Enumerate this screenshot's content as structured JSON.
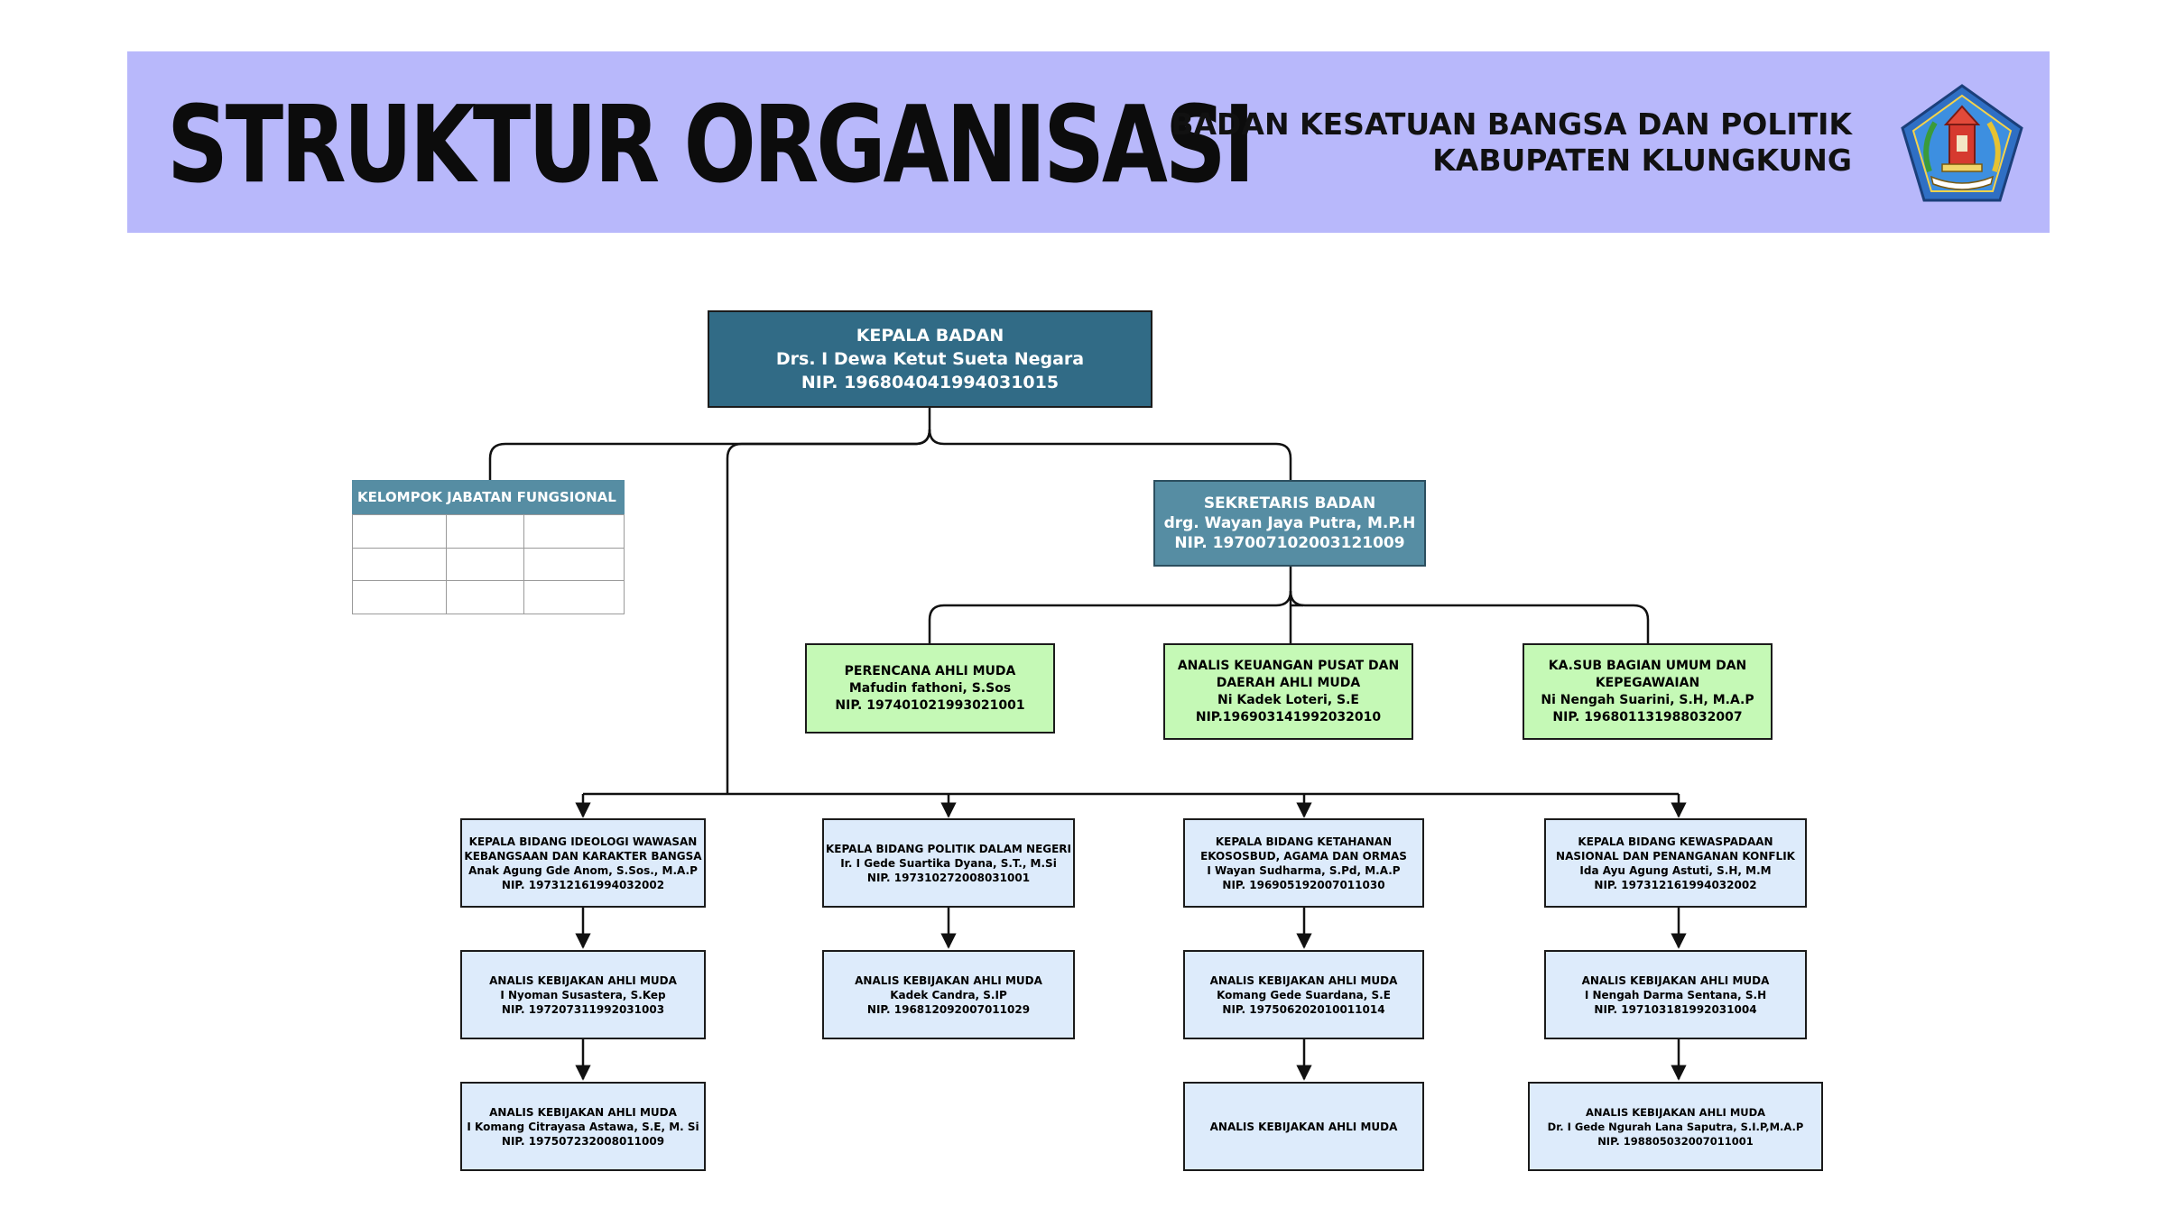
{
  "header": {
    "title": "STRUKTUR ORGANISASI",
    "org_line1": "BADAN KESATUAN BANGSA DAN POLITIK",
    "org_line2": "KABUPATEN KLUNGKUNG",
    "logo_icon": "klungkung-regency-emblem-icon",
    "banner_color": "#b8b8fb"
  },
  "colors": {
    "head": "#316b86",
    "secretary": "#568da3",
    "staff_green": "#c5f9b6",
    "division_blue": "#ddebfb"
  },
  "kepala": {
    "title": "KEPALA BADAN",
    "name": "Drs. I Dewa Ketut Sueta Negara",
    "nip": "NIP. 196804041994031015"
  },
  "kelompok": {
    "title": "KELOMPOK JABATAN FUNGSIONAL",
    "rows": 3,
    "cols": 3
  },
  "sekretaris": {
    "title": "SEKRETARIS BADAN",
    "name": "drg. Wayan Jaya Putra, M.P.H",
    "nip": "NIP. 197007102003121009"
  },
  "staff": [
    {
      "line1": "PERENCANA AHLI MUDA",
      "line2": "Mafudin fathoni, S.Sos",
      "line3": "NIP. 197401021993021001"
    },
    {
      "line1": "ANALIS KEUANGAN PUSAT DAN",
      "line2": "DAERAH AHLI MUDA",
      "line3": "Ni Kadek Loteri, S.E",
      "line4": "NIP.196903141992032010"
    },
    {
      "line1": "KA.SUB BAGIAN UMUM DAN",
      "line2": "KEPEGAWAIAN",
      "line3": "Ni Nengah Suarini, S.H, M.A.P",
      "line4": "NIP. 196801131988032007"
    }
  ],
  "divisions": [
    {
      "head": {
        "line1": "KEPALA BIDANG IDEOLOGI WAWASAN",
        "line2": "KEBANGSAAN DAN KARAKTER BANGSA",
        "line3": "Anak Agung Gde Anom, S.Sos., M.A.P",
        "line4": "NIP. 197312161994032002"
      },
      "staff": [
        {
          "line1": "ANALIS KEBIJAKAN AHLI MUDA",
          "line2": "I Nyoman Susastera, S.Kep",
          "line3": "NIP. 197207311992031003"
        },
        {
          "line1": "ANALIS KEBIJAKAN AHLI MUDA",
          "line2": "I Komang Citrayasa Astawa, S.E, M. Si",
          "line3": "NIP. 197507232008011009"
        }
      ]
    },
    {
      "head": {
        "line1": "KEPALA BIDANG POLITIK DALAM NEGERI",
        "line2": "Ir. I Gede Suartika Dyana, S.T., M.Si",
        "line3": "NIP. 197310272008031001"
      },
      "staff": [
        {
          "line1": "ANALIS KEBIJAKAN AHLI MUDA",
          "line2": "Kadek Candra, S.IP",
          "line3": "NIP. 196812092007011029"
        }
      ]
    },
    {
      "head": {
        "line1": "KEPALA BIDANG KETAHANAN",
        "line2": "EKOSOSBUD, AGAMA DAN ORMAS",
        "line3": "I Wayan Sudharma, S.Pd, M.A.P",
        "line4": "NIP. 196905192007011030"
      },
      "staff": [
        {
          "line1": "ANALIS KEBIJAKAN AHLI MUDA",
          "line2": "Komang Gede Suardana, S.E",
          "line3": "NIP. 197506202010011014"
        },
        {
          "line1": "ANALIS KEBIJAKAN AHLI MUDA"
        }
      ]
    },
    {
      "head": {
        "line1": "KEPALA BIDANG KEWASPADAAN",
        "line2": "NASIONAL DAN PENANGANAN KONFLIK",
        "line3": "Ida Ayu Agung Astuti, S.H, M.M",
        "line4": "NIP. 197312161994032002"
      },
      "staff": [
        {
          "line1": "ANALIS KEBIJAKAN AHLI MUDA",
          "line2": "I Nengah Darma Sentana, S.H",
          "line3": "NIP. 197103181992031004"
        },
        {
          "line1": "ANALIS KEBIJAKAN AHLI MUDA",
          "line2": "Dr. I Gede Ngurah Lana Saputra, S.I.P,M.A.P",
          "line3": "NIP. 198805032007011001"
        }
      ]
    }
  ]
}
